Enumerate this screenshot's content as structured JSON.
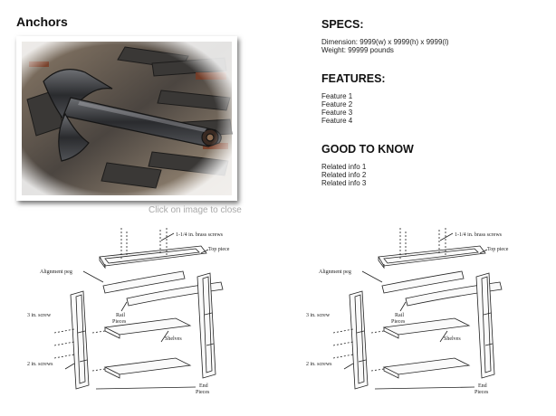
{
  "product": {
    "title": "Anchors"
  },
  "image": {
    "close_hint": "Click on image to close"
  },
  "specs": {
    "heading": "SPECS:",
    "dimension": "Dimension: 9999(w) x 9999(h) x 9999(l)",
    "weight": "Weight: 99999 pounds"
  },
  "features": {
    "heading": "FEATURES:",
    "items": [
      "Feature 1",
      "Feature 2",
      "Feature 3",
      "Feature 4"
    ]
  },
  "good_to_know": {
    "heading": "GOOD TO KNOW",
    "items": [
      "Related info 1",
      "Related info 2",
      "Related info 3"
    ]
  },
  "diagram_labels": {
    "screws_top": "1-1/4 in. brass screws",
    "top_piece": "Top piece",
    "alignment_peg": "Alignment peg",
    "rail_pieces_1": "Rail",
    "rail_pieces_2": "Pieces",
    "screw_3in": "3 in. screw",
    "shelves": "Shelves",
    "screws_2in": "2 in. screws",
    "end_pieces_1": "End",
    "end_pieces_2": "Pieces"
  }
}
